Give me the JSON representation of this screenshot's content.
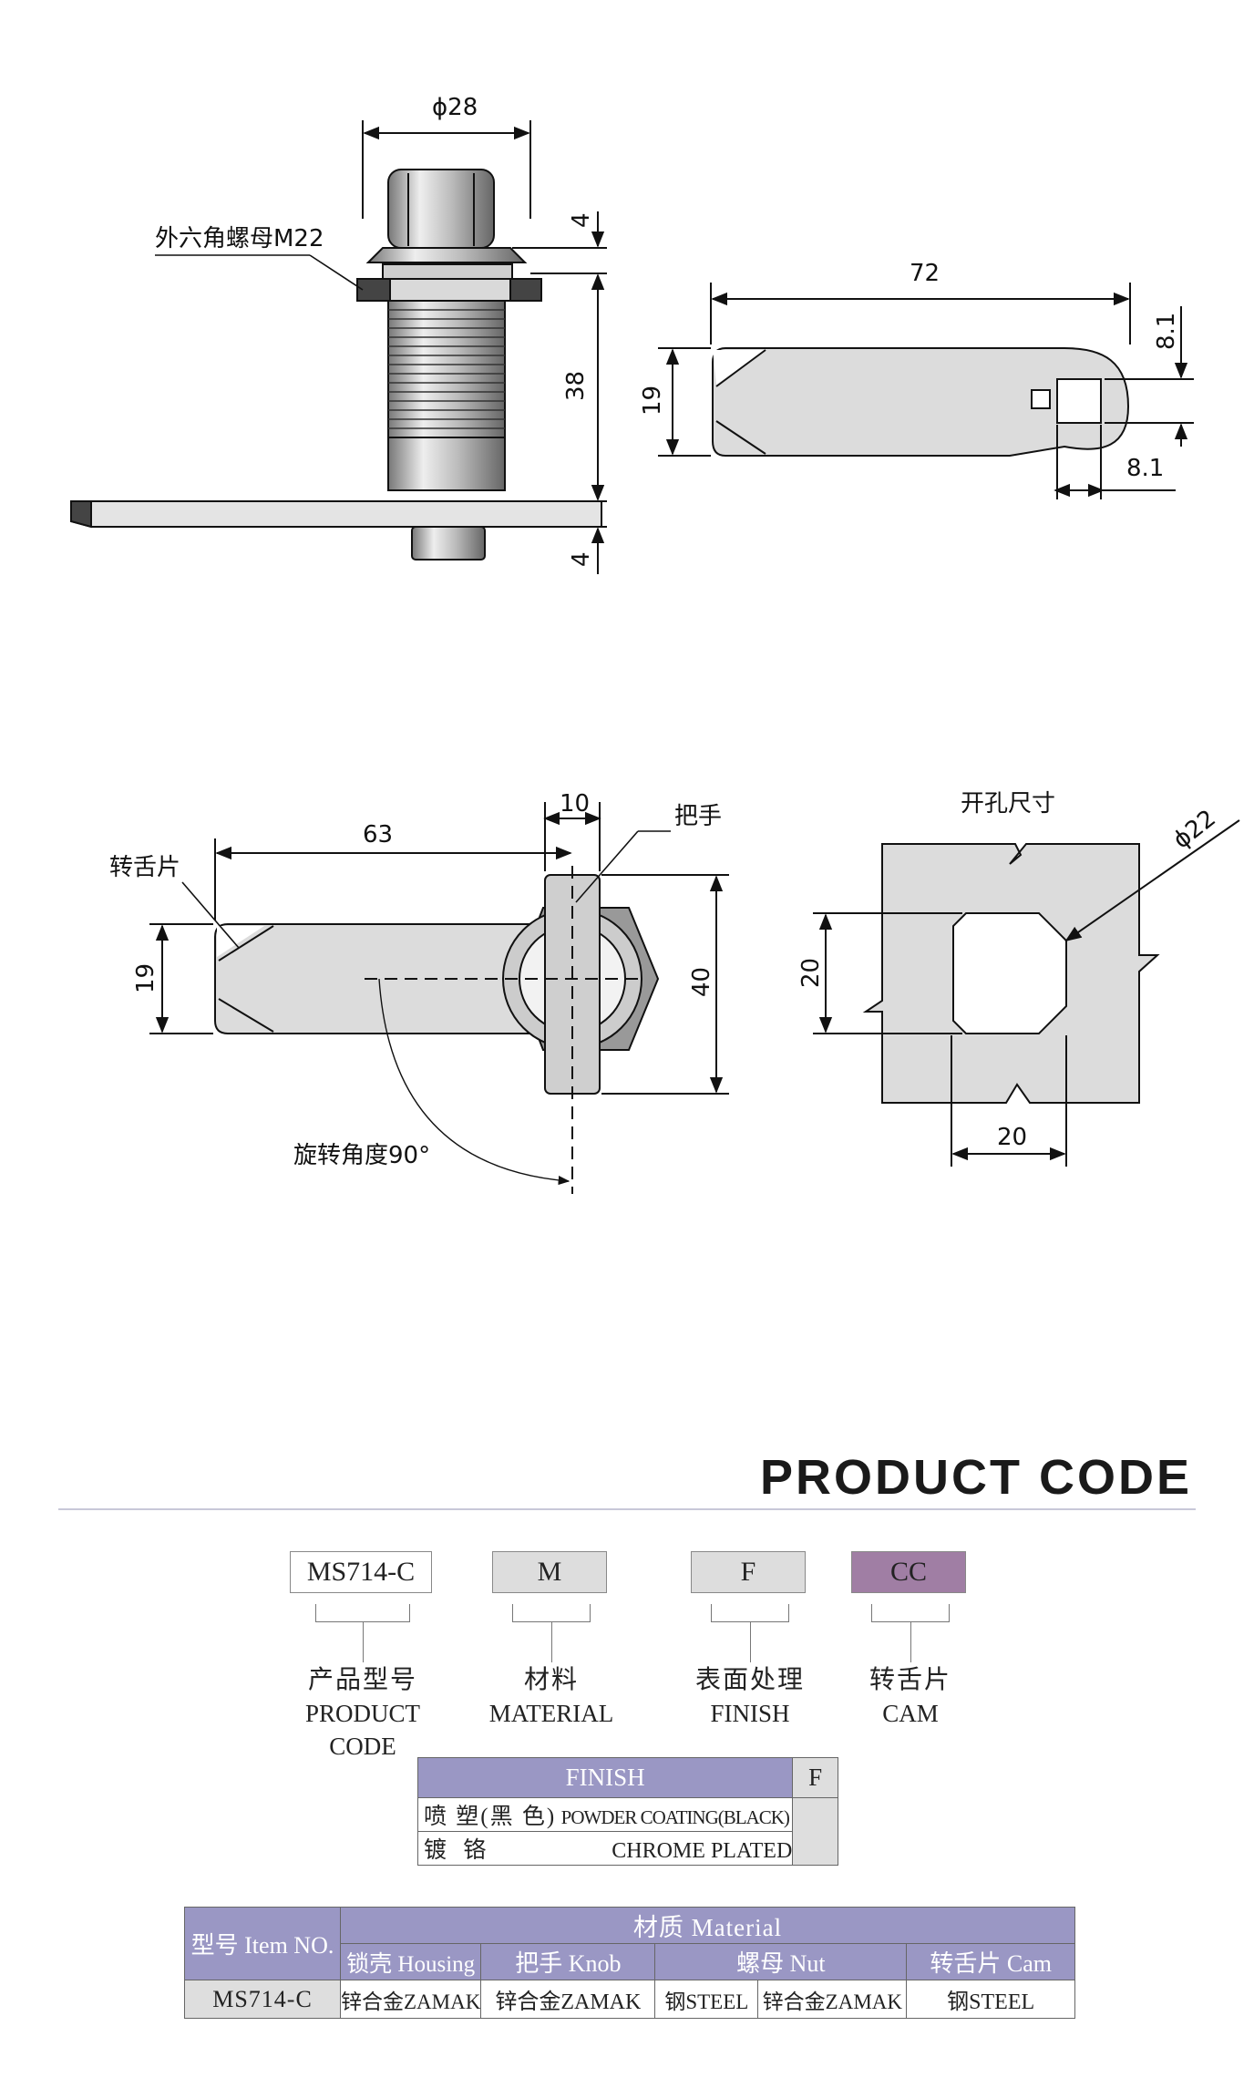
{
  "drawing": {
    "top_view": {
      "dia_top": "ϕ28",
      "nut_label": "外六角螺母M22",
      "dim_4_top": "4",
      "dim_38": "38",
      "dim_4_bottom": "4"
    },
    "cam_view": {
      "dim_72": "72",
      "dim_19": "19",
      "dim_8_1_a": "8.1",
      "dim_8_1_b": "8.1"
    },
    "front_view": {
      "dim_10": "10",
      "handle_label": "把手",
      "dim_63": "63",
      "cam_label": "转舌片",
      "dim_19": "19",
      "dim_40": "40",
      "rotation_label": "旋转角度90°"
    },
    "cutout_view": {
      "title": "开孔尺寸",
      "dia": "ϕ22",
      "dim_20_v": "20",
      "dim_20_h": "20"
    }
  },
  "product_code": {
    "title": "PRODUCT CODE",
    "codes": [
      {
        "value": "MS714-C",
        "zh": "产品型号",
        "en": "PRODUCT CODE",
        "bg": "#ffffff"
      },
      {
        "value": "M",
        "zh": "材料",
        "en": "MATERIAL",
        "bg": "#dddddd"
      },
      {
        "value": "F",
        "zh": "表面处理",
        "en": "FINISH",
        "bg": "#dddddd"
      },
      {
        "value": "CC",
        "zh": "转舌片",
        "en": "CAM",
        "bg": "#a07ea4"
      }
    ]
  },
  "finish_table": {
    "header": "FINISH",
    "code_header": "F",
    "rows": [
      {
        "zh": "喷 塑(黑 色)",
        "en": "POWDER COATING(BLACK)"
      },
      {
        "zh": "镀 铬",
        "en": "CHROME PLATED"
      }
    ]
  },
  "material_table": {
    "item_header": "型号 Item NO.",
    "material_header": "材质 Material",
    "columns": [
      "锁壳 Housing",
      "把手 Knob",
      "螺母 Nut",
      "转舌片 Cam"
    ],
    "row": {
      "item": "MS714-C",
      "cells": [
        "锌合金ZAMAK",
        "锌合金ZAMAK",
        "钢STEEL",
        "锌合金ZAMAK",
        "钢STEEL"
      ]
    }
  },
  "colors": {
    "header_purple": "#9a97c4",
    "cam_code_purple": "#a07ea4",
    "part_grey": "#dcdcdc"
  }
}
